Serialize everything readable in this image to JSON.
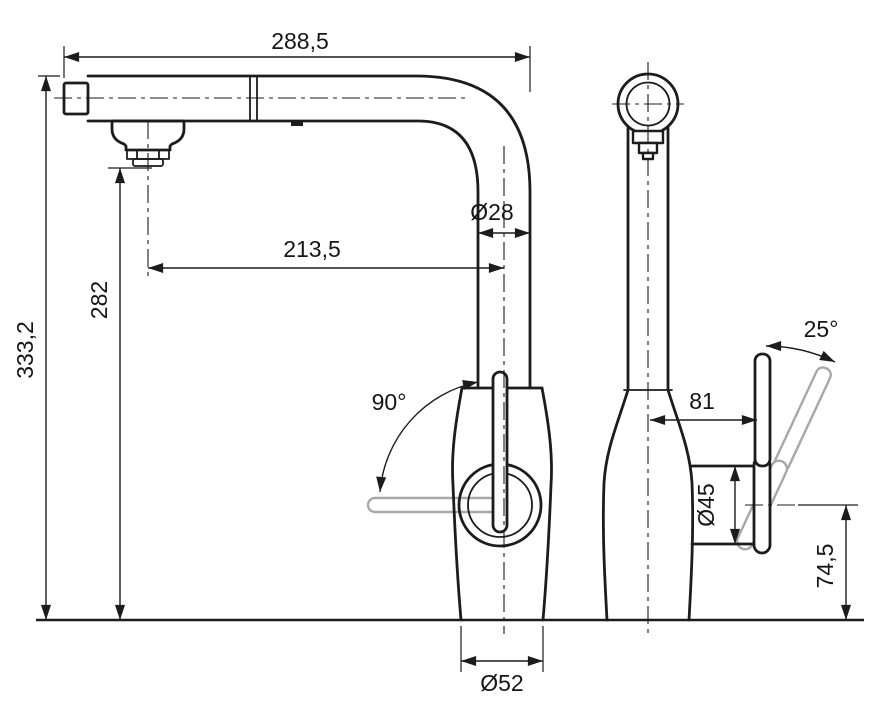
{
  "colors": {
    "line": "#1c1c1c",
    "alt_position": "#a8a8a8",
    "text": "#161616",
    "background": "#ffffff"
  },
  "labels": {
    "overall_width": "288,5",
    "overall_height": "333,2",
    "spout_height": "282",
    "spout_reach": "213,5",
    "spout_diameter": "Ø28",
    "handle_rotation": "90°",
    "base_diameter": "Ø52",
    "handle_offset": "81",
    "handle_tilt": "25°",
    "joint_diameter": "Ø45",
    "handle_height": "74,5"
  }
}
